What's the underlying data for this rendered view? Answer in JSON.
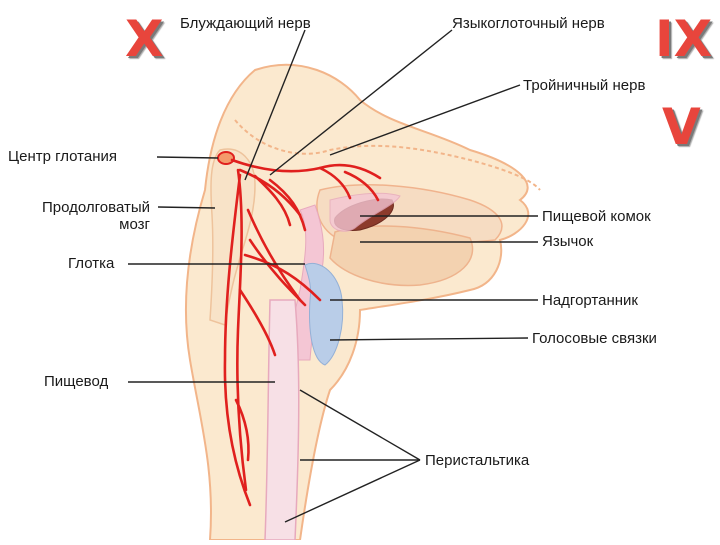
{
  "numerals": {
    "vagus": "X",
    "glossopharyngeal": "IX",
    "trigeminal": "V"
  },
  "labels": {
    "vagus_nerve": "Блуждающий нерв",
    "glossopharyngeal_nerve": "Языкоглоточный нерв",
    "trigeminal_nerve": "Тройничный нерв",
    "swallowing_center": "Центр глотания",
    "medulla_line1": "Продолговатый",
    "medulla_line2": "мозг",
    "pharynx": "Глотка",
    "esophagus": "Пищевод",
    "food_bolus": "Пищевой комок",
    "uvula": "Язычок",
    "epiglottis": "Надгортанник",
    "vocal_cords": "Голосовые связки",
    "peristalsis": "Перистальтика"
  },
  "colors": {
    "nerve": "#e0201e",
    "numeral": "#e8453c",
    "head_fill": "#fbe9cf",
    "head_outline": "#f2b58a",
    "bolus": "#8c3b2c",
    "epiglottis_blue": "#b9cde8",
    "pharynx_pink": "#f4c6d4",
    "leader": "#222222"
  }
}
